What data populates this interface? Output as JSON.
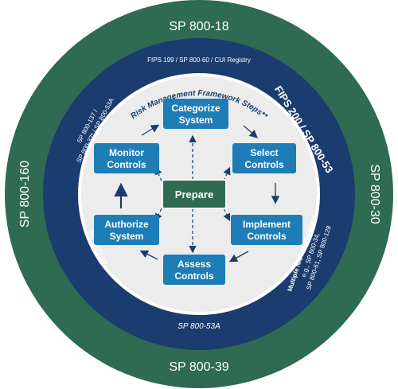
{
  "outer_ring": {
    "top": "SP 800-18",
    "bottom": "SP 800-39",
    "left": "SP 800-160",
    "right": "SP 800-30"
  },
  "middle_ring": {
    "top": "FIPS 199 / SP 800-60 / CUI Registry",
    "top_right": "FIPS 200 / SP 800-53",
    "right_line1": "Multiple NIST Publications,",
    "right_line2": "e.g., SP 800-34,",
    "right_line3": "SP 800-61, SP 800-128",
    "bottom": "SP 800-53A",
    "left_upper_line1": "SP 800-137 /",
    "left_upper_line2": "SP 800-37* / SP 800-53A",
    "left_lower": "SP 800-37"
  },
  "inner": {
    "arc_title": "Risk Management Framework Steps**",
    "steps": {
      "categorize": [
        "Categorize",
        "System"
      ],
      "select": [
        "Select",
        "Controls"
      ],
      "implement": [
        "Implement",
        "Controls"
      ],
      "assess": [
        "Assess",
        "Controls"
      ],
      "authorize": [
        "Authorize",
        "System"
      ],
      "monitor": [
        "Monitor",
        "Controls"
      ]
    },
    "prepare": "Prepare"
  },
  "colors": {
    "outer_ring": "#2e6b52",
    "middle_ring": "#1b3c6e",
    "inner_ring": "#ececec",
    "step_box": "#1e7db6",
    "prepare_box": "#2e6b52"
  }
}
